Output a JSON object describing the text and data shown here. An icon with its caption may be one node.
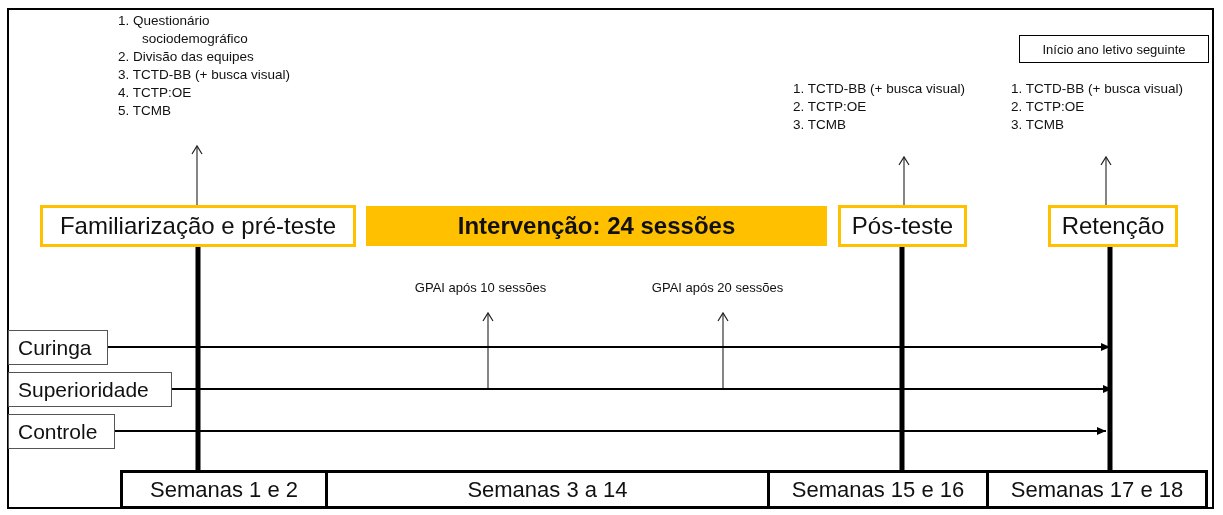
{
  "diagram": {
    "nodes": [
      {
        "text": [
          "1. Questionário sociodemográfico",
          "2. Divisão das equipes",
          "3. TCTD-BB (+ busca visual)",
          "4. TCTP:OE",
          "5. TCMB"
        ]
      },
      {
        "text": [
          "Familiarização e pré-teste"
        ]
      },
      {
        "text": [
          "Intervenção: 24 sessões"
        ]
      },
      {
        "text": [
          "1. TCTD-BB (+ busca visual)",
          "2. TCTP:OE",
          "3. TCMB"
        ]
      },
      {
        "text": [
          "Pós-teste"
        ]
      },
      {
        "text": [
          "Início ano letivo seguinte"
        ]
      },
      {
        "text": [
          "1. TCTD-BB (+ busca visual)",
          "2. TCTP:OE",
          "3. TCMB"
        ]
      },
      {
        "text": [
          "Retenção"
        ]
      },
      {
        "text": [
          "GPAI após 10 sessões"
        ]
      },
      {
        "text": [
          "GPAI após 20 sessões"
        ]
      },
      {
        "text": [
          "Curinga"
        ]
      },
      {
        "text": [
          "Superioridade"
        ]
      },
      {
        "text": [
          "Controle"
        ]
      },
      {
        "text": [
          "Semanas 1 e 2"
        ]
      },
      {
        "text": [
          "Semanas 3 a 14"
        ]
      },
      {
        "text": [
          "Semanas 15 e 16"
        ]
      },
      {
        "text": [
          "Semanas 17 e 18"
        ]
      }
    ],
    "edges": [
      {
        "from": 1,
        "to": 0,
        "arrow": "to"
      },
      {
        "from": 4,
        "to": 3,
        "arrow": "to"
      },
      {
        "from": 7,
        "to": 6,
        "arrow": "to"
      },
      {
        "from": 1,
        "to": 13,
        "arrow": "none",
        "style": "thick"
      },
      {
        "from": 4,
        "to": 15,
        "arrow": "none",
        "style": "thick"
      },
      {
        "from": 7,
        "to": 16,
        "arrow": "none",
        "style": "thick"
      },
      {
        "from": null,
        "to": 8,
        "arrow": "to"
      },
      {
        "from": null,
        "to": 9,
        "arrow": "to"
      },
      {
        "from": 10,
        "to": null,
        "arrow": "to"
      },
      {
        "from": 11,
        "to": null,
        "arrow": "to"
      },
      {
        "from": 12,
        "to": null,
        "arrow": "to"
      }
    ]
  }
}
